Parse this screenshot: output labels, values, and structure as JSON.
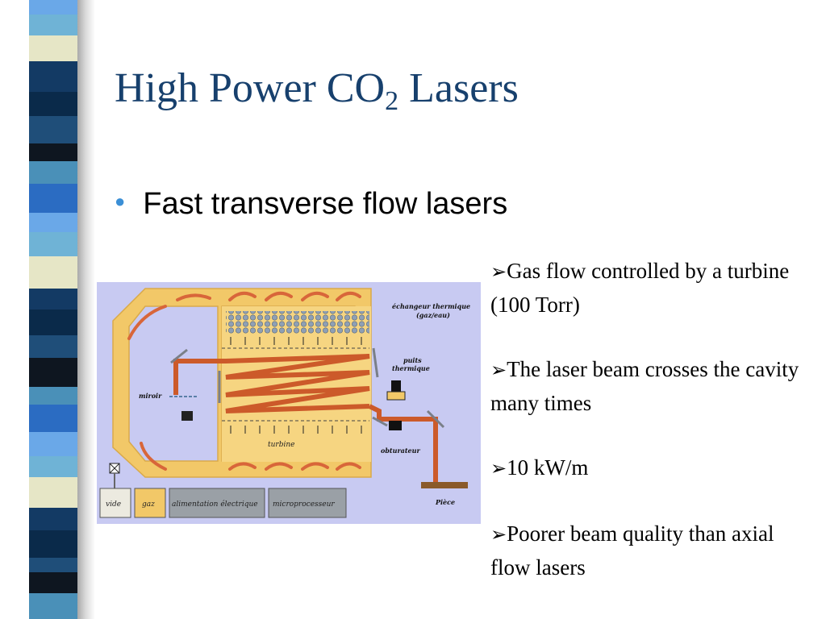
{
  "slide": {
    "title_main": "High Power CO",
    "title_sub": "2",
    "title_end": " Lasers",
    "bullet": "Fast transverse flow lasers"
  },
  "notes": [
    {
      "marker": "➢",
      "text": "Gas flow controlled by a turbine (100 Torr)"
    },
    {
      "marker": "➢",
      "text": "The laser beam crosses the cavity many times"
    },
    {
      "marker": "➢",
      "text": "10 kW/m"
    },
    {
      "marker": "➢",
      "text": "Poorer beam quality than axial flow lasers"
    }
  ],
  "diagram": {
    "echangeur_line1": "échangeur thermique",
    "echangeur_line2": "(gaz/eau)",
    "puits_line1": "puits",
    "puits_line2": "thermique",
    "miroir": "miroir",
    "turbine": "turbine",
    "obturateur": "obturateur",
    "piece": "Pièce",
    "boxes": {
      "vide": "vide",
      "gaz": "gaz",
      "alimentation": "alimentation électrique",
      "microprocesseur": "microprocesseur"
    },
    "colors": {
      "background": "#c8caf2",
      "gas_flow": "#f2c868",
      "beam": "#cc5a2a",
      "box": "#9aa0a6"
    }
  },
  "colors": {
    "title": "#17406d",
    "bullet_dot": "#3b8fd6"
  }
}
